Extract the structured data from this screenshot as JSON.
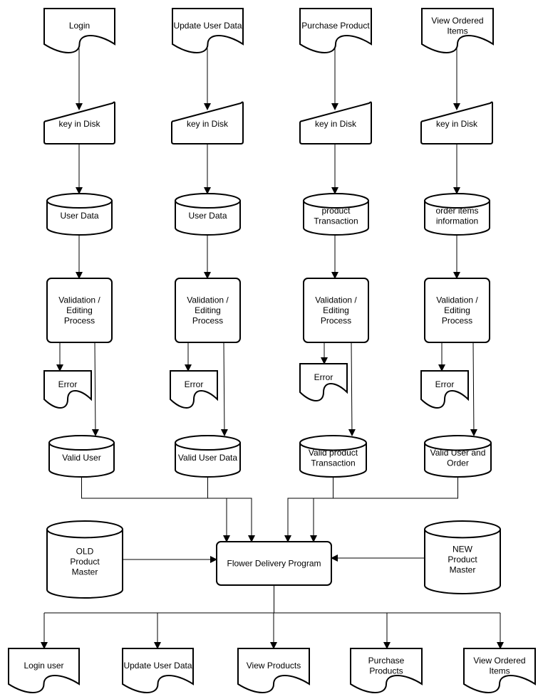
{
  "columns": [
    {
      "input": [
        "Login"
      ],
      "key": [
        "key in Disk"
      ],
      "data": [
        "User Data"
      ],
      "process": [
        "Validation /",
        "Editing",
        "Process"
      ],
      "error": [
        "Error"
      ],
      "valid": [
        "Valid User"
      ]
    },
    {
      "input": [
        "Update User Data"
      ],
      "key": [
        "key in Disk"
      ],
      "data": [
        "User Data"
      ],
      "process": [
        "Validation /",
        "Editing",
        "Process"
      ],
      "error": [
        "Error"
      ],
      "valid": [
        "Valid User Data"
      ]
    },
    {
      "input": [
        "Purchase Product"
      ],
      "key": [
        "key in Disk"
      ],
      "data": [
        "product",
        "Transaction"
      ],
      "process": [
        "Validation /",
        "Editing",
        "Process"
      ],
      "error": [
        "Error"
      ],
      "valid": [
        "Valid product",
        "Transaction"
      ]
    },
    {
      "input": [
        "View Ordered",
        "Items"
      ],
      "key": [
        "key in Disk"
      ],
      "data": [
        "order items",
        "information"
      ],
      "process": [
        "Validation /",
        "Editing",
        "Process"
      ],
      "error": [
        "Error"
      ],
      "valid": [
        "Valid User and",
        "Order"
      ]
    }
  ],
  "old_master": [
    "OLD",
    "Product",
    "Master"
  ],
  "program": [
    "Flower Delivery Program"
  ],
  "new_master": [
    "NEW",
    "Product",
    "Master"
  ],
  "outputs": [
    [
      "Login user"
    ],
    [
      "Update User Data"
    ],
    [
      "View Products"
    ],
    [
      "Purchase",
      "Products"
    ],
    [
      "View Ordered",
      "Items"
    ]
  ]
}
